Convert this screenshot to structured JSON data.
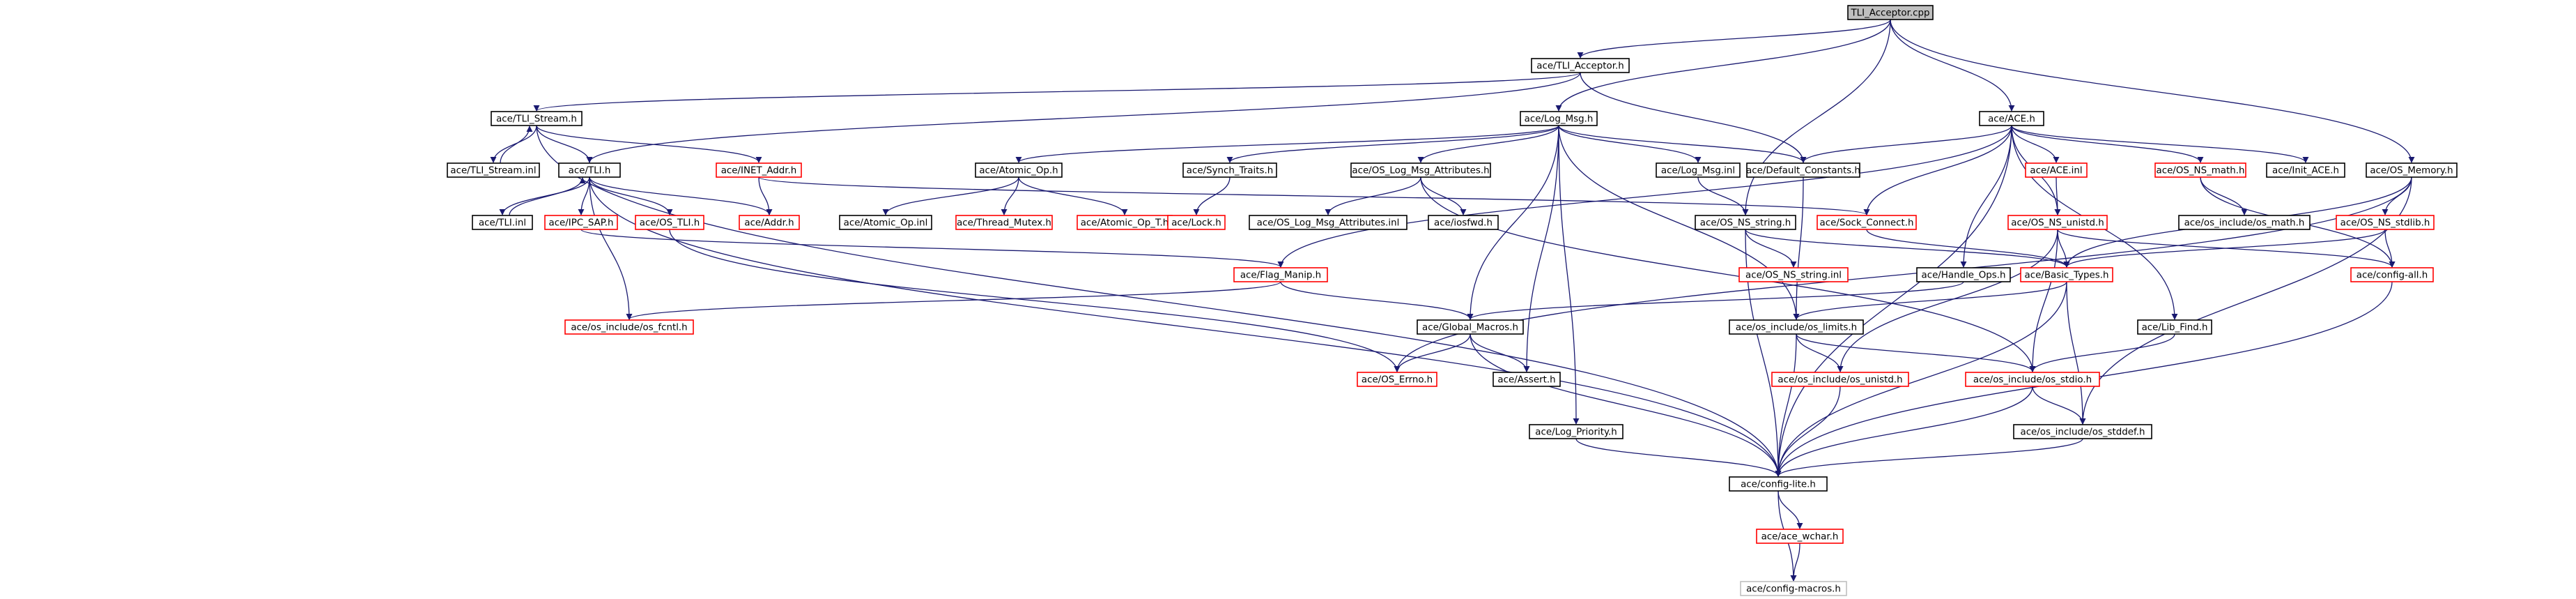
{
  "colors": {
    "background": "#ffffff",
    "edge": "#191970",
    "normal_border": "#000000",
    "missing_border": "#ff0000",
    "root_fill": "#bfbfbf",
    "node_fill": "#ffffff",
    "gray_border": "#bfbfbf"
  },
  "nodes": [
    {
      "id": "tli_acceptor_cpp",
      "label": "TLI_Acceptor.cpp",
      "style": "root"
    },
    {
      "id": "tli_acceptor_h",
      "label": "ace/TLI_Acceptor.h",
      "style": "normal"
    },
    {
      "id": "tli_stream_h",
      "label": "ace/TLI_Stream.h",
      "style": "normal"
    },
    {
      "id": "tli_stream_inl",
      "label": "ace/TLI_Stream.inl",
      "style": "normal"
    },
    {
      "id": "tli_h",
      "label": "ace/TLI.h",
      "style": "normal"
    },
    {
      "id": "inet_addr_h",
      "label": "ace/INET_Addr.h",
      "style": "missing"
    },
    {
      "id": "log_msg_h",
      "label": "ace/Log_Msg.h",
      "style": "normal"
    },
    {
      "id": "atomic_op_h",
      "label": "ace/Atomic_Op.h",
      "style": "normal"
    },
    {
      "id": "synch_traits_h",
      "label": "ace/Synch_Traits.h",
      "style": "normal"
    },
    {
      "id": "os_log_msg_attr_h",
      "label": "ace/OS_Log_Msg_Attributes.h",
      "style": "normal"
    },
    {
      "id": "log_msg_inl",
      "label": "ace/Log_Msg.inl",
      "style": "normal"
    },
    {
      "id": "default_constants_h",
      "label": "ace/Default_Constants.h",
      "style": "normal"
    },
    {
      "id": "ace_h",
      "label": "ace/ACE.h",
      "style": "normal"
    },
    {
      "id": "ace_inl",
      "label": "ace/ACE.inl",
      "style": "missing"
    },
    {
      "id": "os_ns_math_h",
      "label": "ace/OS_NS_math.h",
      "style": "missing"
    },
    {
      "id": "init_ace_h",
      "label": "ace/Init_ACE.h",
      "style": "normal"
    },
    {
      "id": "os_memory_h",
      "label": "ace/OS_Memory.h",
      "style": "normal"
    },
    {
      "id": "tli_inl",
      "label": "ace/TLI.inl",
      "style": "normal"
    },
    {
      "id": "ipc_sap_h",
      "label": "ace/IPC_SAP.h",
      "style": "missing"
    },
    {
      "id": "os_tli_h",
      "label": "ace/OS_TLI.h",
      "style": "missing"
    },
    {
      "id": "addr_h",
      "label": "ace/Addr.h",
      "style": "missing"
    },
    {
      "id": "atomic_op_inl",
      "label": "ace/Atomic_Op.inl",
      "style": "normal"
    },
    {
      "id": "thread_mutex_h",
      "label": "ace/Thread_Mutex.h",
      "style": "missing"
    },
    {
      "id": "atomic_op_t_h",
      "label": "ace/Atomic_Op_T.h",
      "style": "missing"
    },
    {
      "id": "lock_h",
      "label": "ace/Lock.h",
      "style": "missing"
    },
    {
      "id": "os_log_msg_attr_inl",
      "label": "ace/OS_Log_Msg_Attributes.inl",
      "style": "normal"
    },
    {
      "id": "iosfwd_h",
      "label": "ace/iosfwd.h",
      "style": "normal"
    },
    {
      "id": "os_ns_string_h",
      "label": "ace/OS_NS_string.h",
      "style": "normal"
    },
    {
      "id": "sock_connect_h",
      "label": "ace/Sock_Connect.h",
      "style": "missing"
    },
    {
      "id": "os_ns_unistd_h",
      "label": "ace/OS_NS_unistd.h",
      "style": "missing"
    },
    {
      "id": "os_include_os_math_h",
      "label": "ace/os_include/os_math.h",
      "style": "normal"
    },
    {
      "id": "os_ns_stdlib_h",
      "label": "ace/OS_NS_stdlib.h",
      "style": "missing"
    },
    {
      "id": "flag_manip_h",
      "label": "ace/Flag_Manip.h",
      "style": "missing"
    },
    {
      "id": "os_ns_string_inl",
      "label": "ace/OS_NS_string.inl",
      "style": "missing"
    },
    {
      "id": "handle_ops_h",
      "label": "ace/Handle_Ops.h",
      "style": "normal"
    },
    {
      "id": "basic_types_h",
      "label": "ace/Basic_Types.h",
      "style": "missing"
    },
    {
      "id": "config_all_h",
      "label": "ace/config-all.h",
      "style": "missing"
    },
    {
      "id": "os_include_os_fcntl_h",
      "label": "ace/os_include/os_fcntl.h",
      "style": "missing"
    },
    {
      "id": "global_macros_h",
      "label": "ace/Global_Macros.h",
      "style": "normal"
    },
    {
      "id": "os_include_os_limits_h",
      "label": "ace/os_include/os_limits.h",
      "style": "normal"
    },
    {
      "id": "lib_find_h",
      "label": "ace/Lib_Find.h",
      "style": "normal"
    },
    {
      "id": "os_errno_h",
      "label": "ace/OS_Errno.h",
      "style": "missing"
    },
    {
      "id": "assert_h",
      "label": "ace/Assert.h",
      "style": "normal"
    },
    {
      "id": "os_include_os_unistd_h",
      "label": "ace/os_include/os_unistd.h",
      "style": "missing"
    },
    {
      "id": "os_include_os_stdio_h",
      "label": "ace/os_include/os_stdio.h",
      "style": "missing"
    },
    {
      "id": "log_priority_h",
      "label": "ace/Log_Priority.h",
      "style": "normal"
    },
    {
      "id": "os_include_os_stddef_h",
      "label": "ace/os_include/os_stddef.h",
      "style": "normal"
    },
    {
      "id": "config_lite_h",
      "label": "ace/config-lite.h",
      "style": "normal"
    },
    {
      "id": "ace_wchar_h",
      "label": "ace/ace_wchar.h",
      "style": "missing"
    },
    {
      "id": "config_macros_h",
      "label": "ace/config-macros.h",
      "style": "gray"
    }
  ],
  "edges": [
    [
      "tli_acceptor_cpp",
      "tli_acceptor_h"
    ],
    [
      "tli_acceptor_cpp",
      "log_msg_h"
    ],
    [
      "tli_acceptor_cpp",
      "ace_h"
    ],
    [
      "tli_acceptor_cpp",
      "os_memory_h"
    ],
    [
      "tli_acceptor_cpp",
      "os_ns_string_h"
    ],
    [
      "tli_acceptor_h",
      "tli_stream_h"
    ],
    [
      "tli_acceptor_h",
      "tli_h"
    ],
    [
      "tli_acceptor_h",
      "default_constants_h"
    ],
    [
      "tli_stream_h",
      "tli_stream_inl"
    ],
    [
      "tli_stream_h",
      "tli_h"
    ],
    [
      "tli_stream_h",
      "inet_addr_h"
    ],
    [
      "tli_stream_h",
      "config_lite_h"
    ],
    [
      "tli_stream_inl",
      "tli_stream_h"
    ],
    [
      "tli_h",
      "tli_inl"
    ],
    [
      "tli_h",
      "ipc_sap_h"
    ],
    [
      "tli_h",
      "os_tli_h"
    ],
    [
      "tli_h",
      "addr_h"
    ],
    [
      "tli_h",
      "os_include_os_fcntl_h"
    ],
    [
      "tli_h",
      "config_lite_h"
    ],
    [
      "tli_inl",
      "tli_h"
    ],
    [
      "inet_addr_h",
      "addr_h"
    ],
    [
      "inet_addr_h",
      "sock_connect_h"
    ],
    [
      "ipc_sap_h",
      "flag_manip_h"
    ],
    [
      "os_tli_h",
      "os_errno_h"
    ],
    [
      "log_msg_h",
      "atomic_op_h"
    ],
    [
      "log_msg_h",
      "synch_traits_h"
    ],
    [
      "log_msg_h",
      "os_log_msg_attr_h"
    ],
    [
      "log_msg_h",
      "log_msg_inl"
    ],
    [
      "log_msg_h",
      "default_constants_h"
    ],
    [
      "log_msg_h",
      "global_macros_h"
    ],
    [
      "log_msg_h",
      "assert_h"
    ],
    [
      "log_msg_h",
      "log_priority_h"
    ],
    [
      "log_msg_h",
      "os_include_os_limits_h"
    ],
    [
      "atomic_op_h",
      "atomic_op_inl"
    ],
    [
      "atomic_op_h",
      "thread_mutex_h"
    ],
    [
      "atomic_op_h",
      "atomic_op_t_h"
    ],
    [
      "synch_traits_h",
      "lock_h"
    ],
    [
      "os_log_msg_attr_h",
      "os_log_msg_attr_inl"
    ],
    [
      "os_log_msg_attr_h",
      "iosfwd_h"
    ],
    [
      "os_log_msg_attr_h",
      "os_include_os_stdio_h"
    ],
    [
      "log_msg_inl",
      "os_ns_string_h"
    ],
    [
      "ace_h",
      "ace_inl"
    ],
    [
      "ace_h",
      "os_ns_math_h"
    ],
    [
      "ace_h",
      "init_ace_h"
    ],
    [
      "ace_h",
      "default_constants_h"
    ],
    [
      "ace_h",
      "sock_connect_h"
    ],
    [
      "ace_h",
      "os_ns_unistd_h"
    ],
    [
      "ace_h",
      "handle_ops_h"
    ],
    [
      "ace_h",
      "lib_find_h"
    ],
    [
      "ace_h",
      "flag_manip_h"
    ],
    [
      "ace_h",
      "config_lite_h"
    ],
    [
      "ace_inl",
      "os_ns_unistd_h"
    ],
    [
      "os_ns_math_h",
      "os_include_os_math_h"
    ],
    [
      "os_ns_math_h",
      "config_all_h"
    ],
    [
      "os_memory_h",
      "os_ns_stdlib_h"
    ],
    [
      "os_memory_h",
      "basic_types_h"
    ],
    [
      "os_memory_h",
      "os_include_os_stddef_h"
    ],
    [
      "os_memory_h",
      "os_errno_h"
    ],
    [
      "os_ns_stdlib_h",
      "basic_types_h"
    ],
    [
      "os_ns_stdlib_h",
      "config_all_h"
    ],
    [
      "os_ns_string_h",
      "os_ns_string_inl"
    ],
    [
      "os_ns_string_h",
      "basic_types_h"
    ],
    [
      "os_ns_string_h",
      "config_lite_h"
    ],
    [
      "sock_connect_h",
      "basic_types_h"
    ],
    [
      "os_ns_unistd_h",
      "basic_types_h"
    ],
    [
      "os_ns_unistd_h",
      "config_all_h"
    ],
    [
      "os_ns_unistd_h",
      "os_include_os_unistd_h"
    ],
    [
      "os_ns_unistd_h",
      "os_include_os_stdio_h"
    ],
    [
      "handle_ops_h",
      "global_macros_h"
    ],
    [
      "flag_manip_h",
      "global_macros_h"
    ],
    [
      "flag_manip_h",
      "os_include_os_fcntl_h"
    ],
    [
      "basic_types_h",
      "os_include_os_limits_h"
    ],
    [
      "basic_types_h",
      "os_include_os_stddef_h"
    ],
    [
      "basic_types_h",
      "config_lite_h"
    ],
    [
      "config_all_h",
      "config_lite_h"
    ],
    [
      "global_macros_h",
      "os_errno_h"
    ],
    [
      "global_macros_h",
      "assert_h"
    ],
    [
      "global_macros_h",
      "config_lite_h"
    ],
    [
      "default_constants_h",
      "os_include_os_limits_h"
    ],
    [
      "os_include_os_limits_h",
      "os_include_os_unistd_h"
    ],
    [
      "os_include_os_limits_h",
      "os_include_os_stdio_h"
    ],
    [
      "os_include_os_limits_h",
      "config_lite_h"
    ],
    [
      "lib_find_h",
      "os_include_os_stdio_h"
    ],
    [
      "os_include_os_unistd_h",
      "config_lite_h"
    ],
    [
      "os_include_os_stdio_h",
      "os_include_os_stddef_h"
    ],
    [
      "os_include_os_stdio_h",
      "config_lite_h"
    ],
    [
      "os_include_os_stddef_h",
      "config_lite_h"
    ],
    [
      "log_priority_h",
      "config_lite_h"
    ],
    [
      "config_lite_h",
      "ace_wchar_h"
    ],
    [
      "config_lite_h",
      "config_macros_h"
    ],
    [
      "ace_wchar_h",
      "config_macros_h"
    ]
  ]
}
